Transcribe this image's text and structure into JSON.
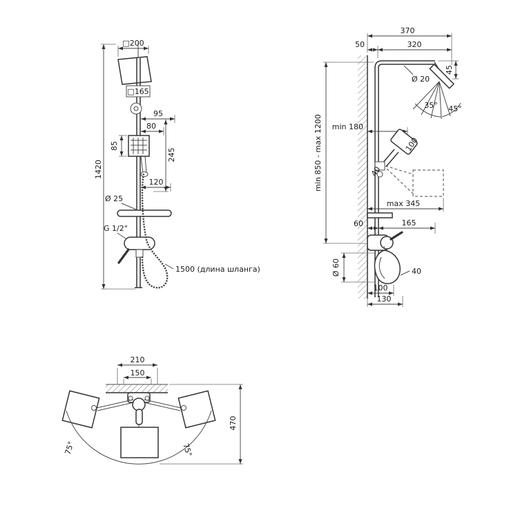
{
  "front": {
    "sq200": "□200",
    "sq165": "□165",
    "d95": "95",
    "d80": "80",
    "d85": "85",
    "d245": "245",
    "d120": "120",
    "dia25": "Ø 25",
    "h1420": "1420",
    "thread": "G 1/2\"",
    "hose_len": "1500 (длина шланга)"
  },
  "side": {
    "d370": "370",
    "d50": "50",
    "d320": "320",
    "d45": "45",
    "dia20": "Ø 20",
    "a35": "35°",
    "a45": "45°",
    "min180": "min 180",
    "d100hand": "100",
    "range": "min 850 - max 1200",
    "d40hand": "40",
    "max345": "max 345",
    "d60": "60",
    "d165": "165",
    "dia60": "Ø 60",
    "d40": "40",
    "d100": "100",
    "d130": "130"
  },
  "top": {
    "d210": "210",
    "d150": "150",
    "d470": "470",
    "a75l": "75°",
    "a75r": "75°"
  }
}
